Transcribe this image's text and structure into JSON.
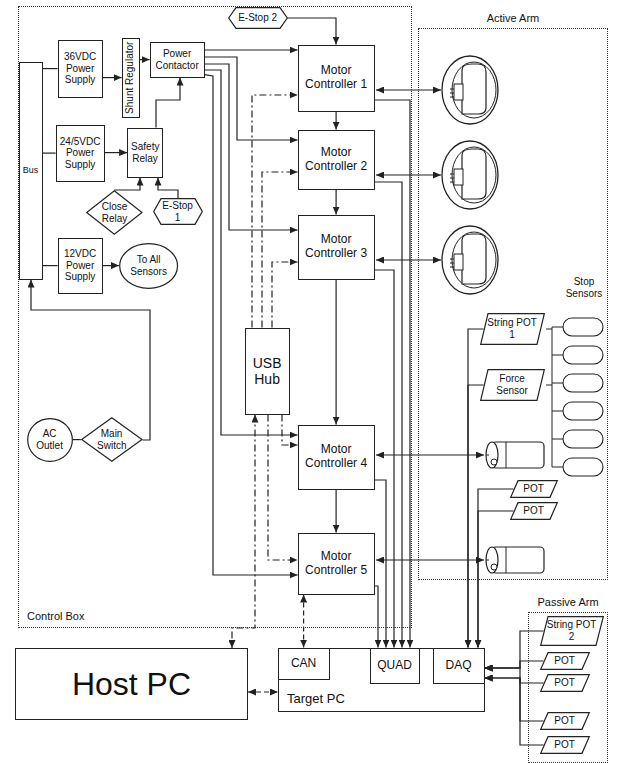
{
  "diagram": {
    "nodes": [
      {
        "text": [
          "Control Box"
        ]
      },
      {
        "text": [
          "Active Arm"
        ]
      },
      {
        "text": [
          "Passive Arm"
        ]
      },
      {
        "text": [
          "Bus"
        ],
        "in": 0
      },
      {
        "text": [
          "36VDC Power Supply"
        ],
        "in": 0
      },
      {
        "text": [
          "Shunt Regulator"
        ],
        "in": 0
      },
      {
        "text": [
          "Power Contactor"
        ],
        "in": 0
      },
      {
        "text": [
          "24/5VDC Power Supply"
        ],
        "in": 0
      },
      {
        "text": [
          "Safety Relay"
        ],
        "in": 0
      },
      {
        "text": [
          "Close Relay"
        ],
        "in": 0
      },
      {
        "text": [
          "E-Stop 1"
        ],
        "in": 0
      },
      {
        "text": [
          "12VDC Power Supply"
        ],
        "in": 0
      },
      {
        "text": [
          "To All Sensors"
        ],
        "in": 0
      },
      {
        "text": [
          "AC Outlet"
        ],
        "in": 0
      },
      {
        "text": [
          "Main Switch"
        ],
        "in": 0
      },
      {
        "text": [
          "E-Stop 2"
        ],
        "in": 0
      },
      {
        "text": [
          "Motor Controller 1"
        ],
        "in": 0
      },
      {
        "text": [
          "Motor Controller 2"
        ],
        "in": 0
      },
      {
        "text": [
          "Motor Controller 3"
        ],
        "in": 0
      },
      {
        "text": [
          "USB Hub"
        ],
        "in": 0
      },
      {
        "text": [
          "Motor Controller 4"
        ],
        "in": 0
      },
      {
        "text": [
          "Motor Controller 5"
        ],
        "in": 0
      },
      {
        "text": [
          "String POT 1"
        ],
        "in": 1
      },
      {
        "text": [
          "Force Sensor"
        ],
        "in": 1
      },
      {
        "text": [
          "POT"
        ],
        "in": 1
      },
      {
        "text": [
          "POT"
        ],
        "in": 1
      },
      {
        "text": [
          "String POT 2"
        ],
        "in": 2
      },
      {
        "text": [
          "POT"
        ],
        "in": 2
      },
      {
        "text": [
          "POT"
        ],
        "in": 2
      },
      {
        "text": [
          "POT"
        ],
        "in": 2
      },
      {
        "text": [
          "POT"
        ],
        "in": 2
      },
      {
        "text": [
          "Host PC"
        ]
      },
      {
        "text": [
          "Target PC"
        ]
      },
      {
        "text": [
          "CAN"
        ],
        "in": 32
      },
      {
        "text": [
          "QUAD"
        ],
        "in": 32
      },
      {
        "text": [
          "DAQ"
        ],
        "in": 32
      }
    ],
    "edges": [
      {
        "from": 3,
        "to": 4,
        "arrow": "none"
      },
      {
        "from": 3,
        "to": 7,
        "arrow": "none"
      },
      {
        "from": 3,
        "to": 11,
        "arrow": "none"
      },
      {
        "from": 11,
        "to": 12,
        "arrow": "to"
      },
      {
        "from": 13,
        "to": 14,
        "arrow": "none"
      },
      {
        "from": 14,
        "to": 3,
        "arrow": "to"
      },
      {
        "from": 4,
        "to": 5,
        "arrow": "to"
      },
      {
        "from": 5,
        "to": 6,
        "arrow": "to"
      },
      {
        "from": 7,
        "to": 8,
        "arrow": "to"
      },
      {
        "from": 8,
        "to": 6,
        "arrow": "to"
      },
      {
        "from": 9,
        "to": 8,
        "arrow": "to"
      },
      {
        "from": 10,
        "to": 8,
        "arrow": "to"
      },
      {
        "from": 6,
        "to": 16,
        "arrow": "to"
      },
      {
        "from": 6,
        "to": 17,
        "arrow": "to"
      },
      {
        "from": 6,
        "to": 18,
        "arrow": "to"
      },
      {
        "from": 6,
        "to": 20,
        "arrow": "to"
      },
      {
        "from": 6,
        "to": 21,
        "arrow": "to"
      },
      {
        "from": 15,
        "to": 16,
        "arrow": "to"
      },
      {
        "from": 16,
        "to": 17,
        "arrow": "to"
      },
      {
        "from": 17,
        "to": 18,
        "arrow": "to"
      },
      {
        "from": 18,
        "to": 20,
        "arrow": "to"
      },
      {
        "from": 20,
        "to": 21,
        "arrow": "to"
      },
      {
        "from": 19,
        "to": 16,
        "arrow": "to"
      },
      {
        "from": 19,
        "to": 17,
        "arrow": "to"
      },
      {
        "from": 19,
        "to": 18,
        "arrow": "to"
      },
      {
        "from": 19,
        "to": 20,
        "arrow": "to"
      },
      {
        "from": 19,
        "to": 21,
        "arrow": "to"
      },
      {
        "from": 19,
        "to": 31,
        "arrow": "both"
      },
      {
        "from": 31,
        "to": 32,
        "arrow": "both"
      },
      {
        "from": 21,
        "to": 33,
        "arrow": "both"
      },
      {
        "from": 16,
        "to": 34,
        "arrow": "to"
      },
      {
        "from": 17,
        "to": 34,
        "arrow": "to"
      },
      {
        "from": 18,
        "to": 34,
        "arrow": "to"
      },
      {
        "from": 20,
        "to": 34,
        "arrow": "to"
      },
      {
        "from": 21,
        "to": 34,
        "arrow": "to"
      },
      {
        "from": 22,
        "to": 35,
        "arrow": "to"
      },
      {
        "from": 23,
        "to": 35,
        "arrow": "to"
      },
      {
        "from": 24,
        "to": 35,
        "arrow": "to"
      },
      {
        "from": 25,
        "to": 35,
        "arrow": "to"
      },
      {
        "from": 26,
        "to": 35,
        "arrow": "to"
      },
      {
        "from": 27,
        "to": 35,
        "arrow": "to"
      },
      {
        "from": 28,
        "to": 35,
        "arrow": "to"
      },
      {
        "from": 29,
        "to": 35,
        "arrow": "to"
      },
      {
        "from": 30,
        "to": 35,
        "arrow": "to"
      }
    ],
    "labels": [
      "Stop Sensors"
    ]
  }
}
